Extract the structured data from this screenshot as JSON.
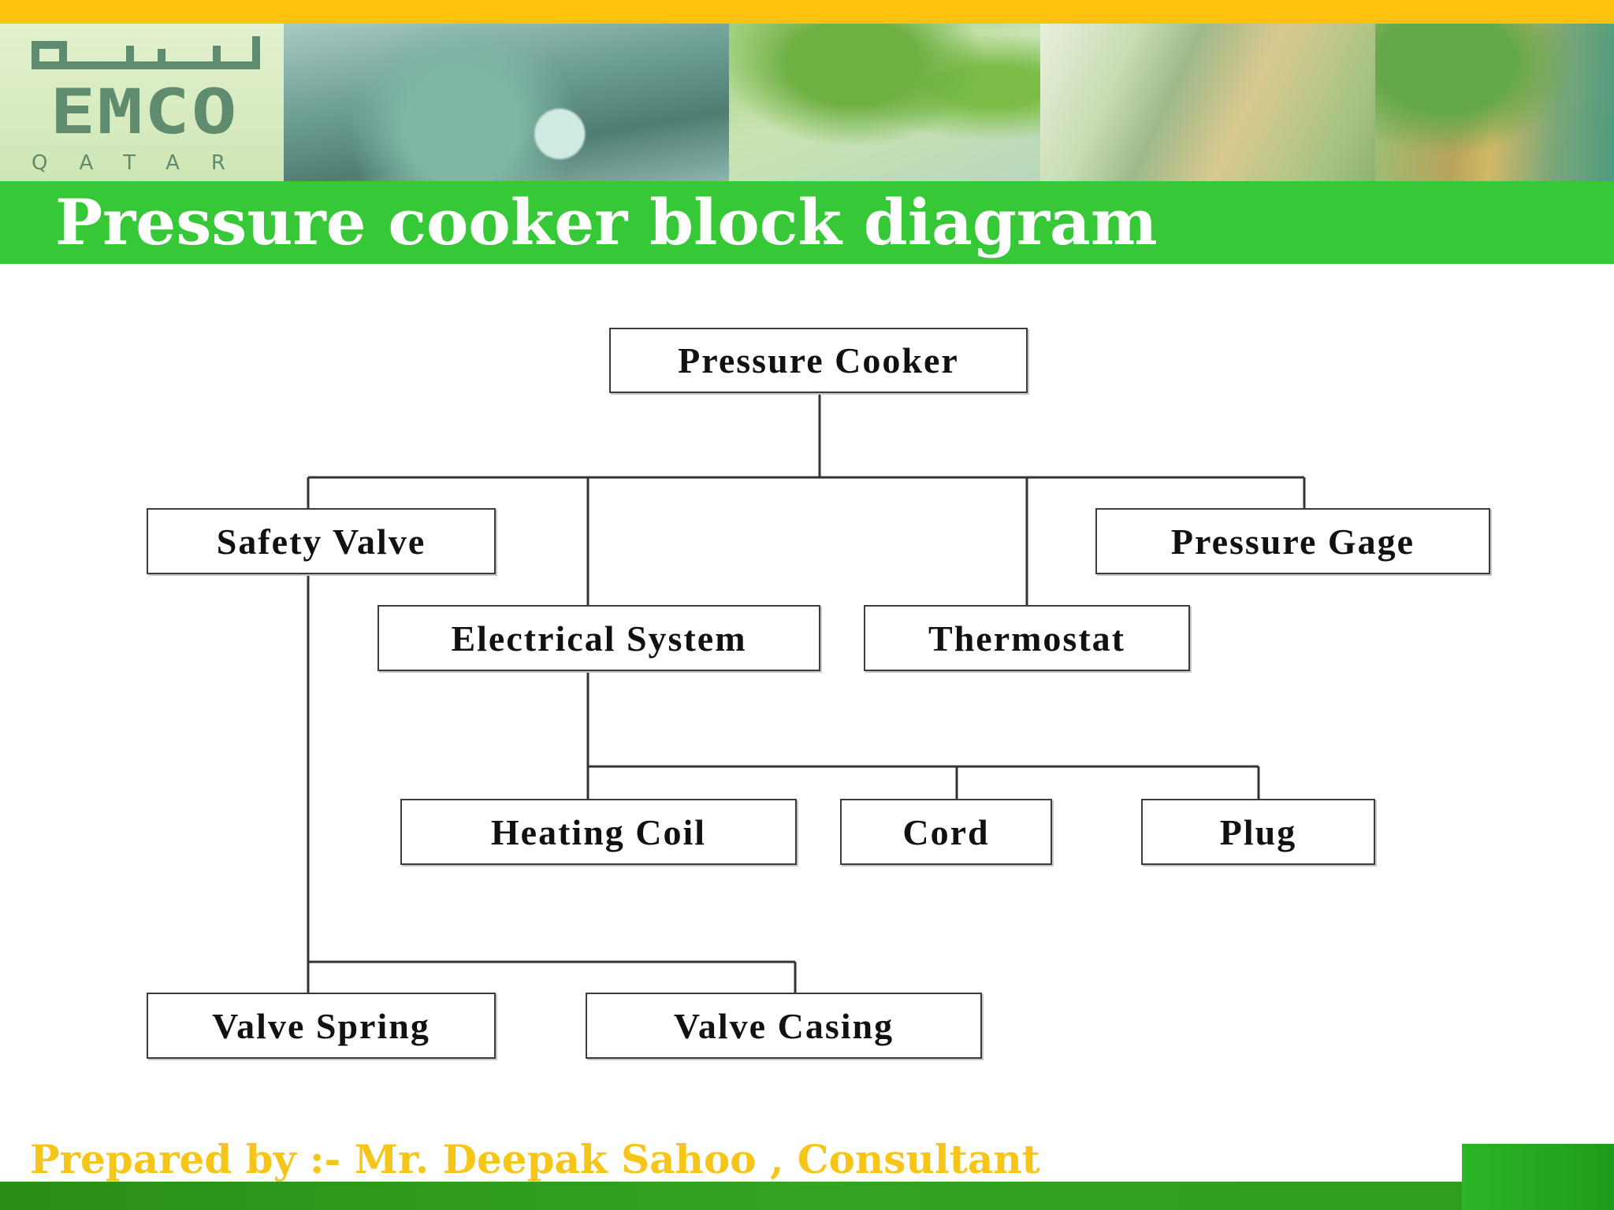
{
  "header": {
    "logo": {
      "arabic": "امكو",
      "name": "EMCO",
      "subtitle": "QATAR"
    },
    "title": "Pressure cooker block diagram"
  },
  "diagram": {
    "nodes": {
      "root": "Pressure Cooker",
      "safety_valve": "Safety Valve",
      "electrical_system": "Electrical System",
      "thermostat": "Thermostat",
      "pressure_gage": "Pressure Gage",
      "heating_coil": "Heating Coil",
      "cord": "Cord",
      "plug": "Plug",
      "valve_spring": "Valve Spring",
      "valve_casing": "Valve Casing"
    }
  },
  "footer": {
    "credit": "Prepared by :- Mr. Deepak  Sahoo , Consultant"
  },
  "colors": {
    "top_strip": "#fdc10e",
    "title_bar": "#37c837",
    "footer_text": "#f5c518",
    "footer_bar": "#2a8e18"
  }
}
